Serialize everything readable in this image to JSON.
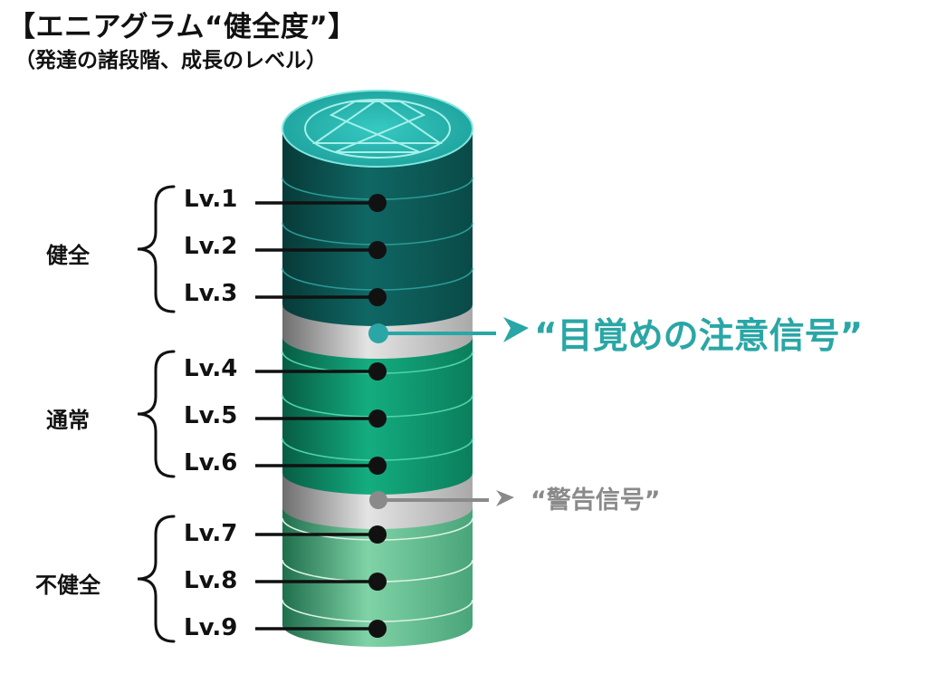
{
  "header": {
    "title": "【エニアグラム“健全度”】",
    "subtitle": "（発達の諸段階、成長のレベル）"
  },
  "groups": [
    {
      "label": "健全"
    },
    {
      "label": "通常"
    },
    {
      "label": "不健全"
    }
  ],
  "levels": [
    {
      "label": "Lv.1"
    },
    {
      "label": "Lv.2"
    },
    {
      "label": "Lv.3"
    },
    {
      "label": "Lv.4"
    },
    {
      "label": "Lv.5"
    },
    {
      "label": "Lv.6"
    },
    {
      "label": "Lv.7"
    },
    {
      "label": "Lv.8"
    },
    {
      "label": "Lv.9"
    }
  ],
  "signals": {
    "awakening": {
      "label": "“目覚めの注意信号”"
    },
    "warning": {
      "label": "“警告信号”"
    }
  },
  "colors": {
    "healthy": "#0f5f5c",
    "normal": "#12a97e",
    "unhealthy": "#6fcd9c",
    "cap": "#2fc6c0",
    "band": "#c9c9c9",
    "accent": "#2aa6a6",
    "warning": "#8a8a8a"
  }
}
